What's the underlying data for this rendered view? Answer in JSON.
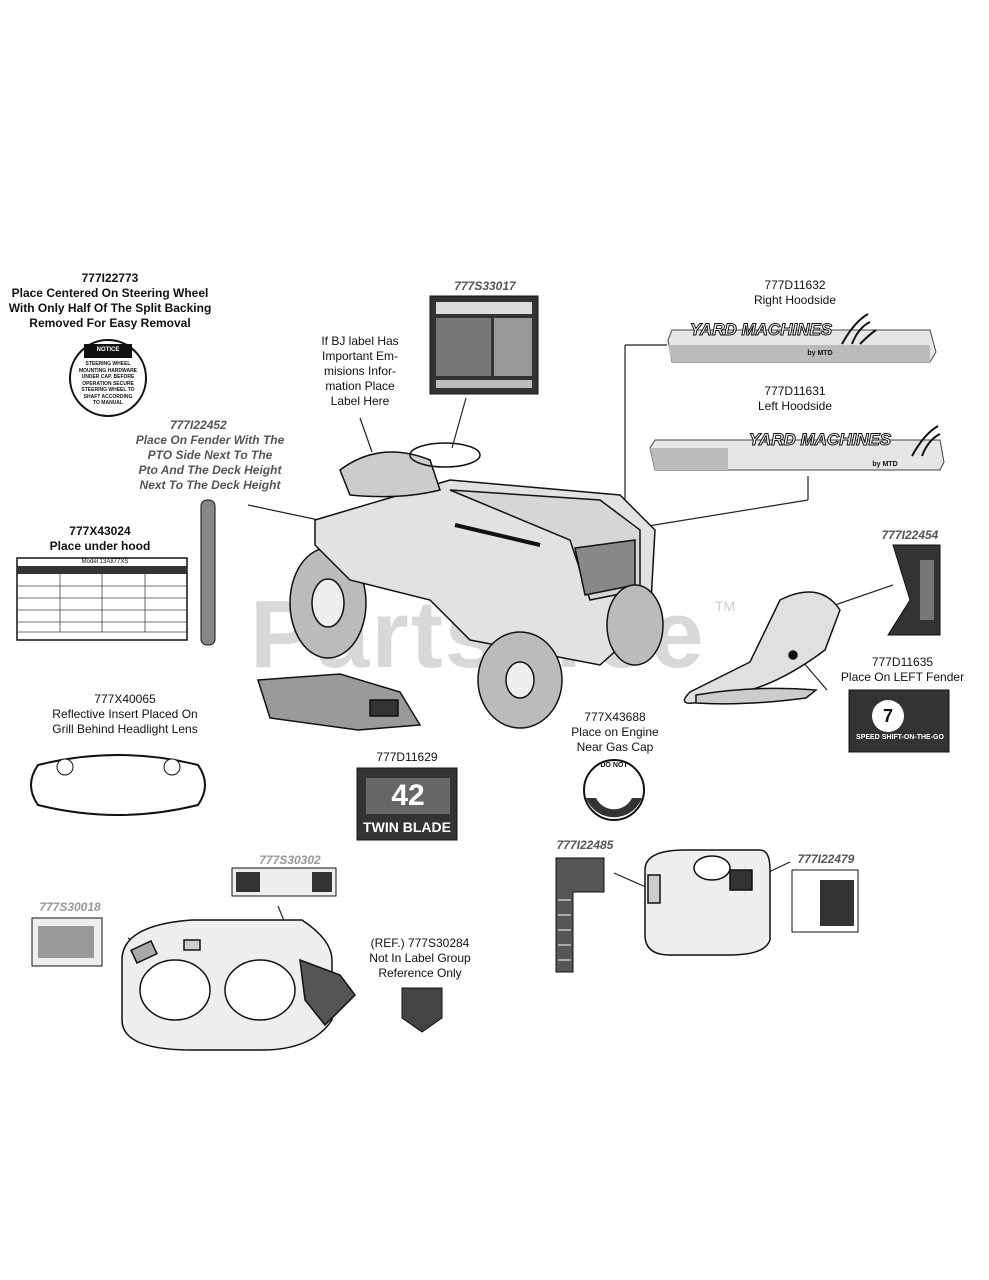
{
  "watermark": {
    "text": "PartsTree",
    "tm": "TM"
  },
  "labels": {
    "steering": {
      "part": "777I22773",
      "desc": [
        "Place Centered On Steering Wheel",
        "With Only Half Of The Split Backing",
        "Removed For Easy Removal"
      ]
    },
    "notice_sticker": {
      "title": "NOTICE",
      "lines": [
        "STEERING WHEEL",
        "MOUNTING HARDWARE",
        "UNDER CAP. BEFORE",
        "OPERATION SECURE",
        "STEERING WHEEL TO",
        "SHAFT ACCORDING",
        "TO MANUAL"
      ]
    },
    "emissions": {
      "part": "777S33017",
      "desc": [
        "If BJ label Has",
        "Important Em-",
        "misions Infor-",
        "mation Place",
        "Label Here"
      ]
    },
    "right_hood": {
      "part": "777D11632",
      "desc": [
        "Right Hoodside"
      ]
    },
    "left_hood": {
      "part": "777D11631",
      "desc": [
        "Left Hoodside"
      ]
    },
    "yard_machines": {
      "brand": "YARD MACHINES",
      "sub": "by MTD"
    },
    "fender_pto": {
      "part": "777I22452",
      "desc": [
        "Place On Fender With The",
        "PTO Side Next To The",
        "Pto And The Deck Height",
        "Next To The Deck Height"
      ]
    },
    "under_hood": {
      "part": "777X43024",
      "desc": [
        "Place under hood"
      ]
    },
    "left_fender_dec": {
      "part": "777I22454"
    },
    "left_fender": {
      "part": "777D11635",
      "desc": [
        "Place On LEFT Fender"
      ]
    },
    "speed_badge": {
      "num": "7",
      "text": "SPEED SHIFT-ON-THE-GO"
    },
    "reflective": {
      "part": "777X40065",
      "desc": [
        "Reflective Insert Placed On",
        "Grill Behind Headlight Lens"
      ]
    },
    "engine": {
      "part": "777X43688",
      "desc": [
        "Place on Engine",
        "Near Gas Cap"
      ]
    },
    "donot": {
      "text": "DO NOT"
    },
    "twin_blade": {
      "part": "777D11629",
      "number": "42",
      "text": "TWIN BLADE"
    },
    "deck_left": {
      "part": "777S30018"
    },
    "deck_top": {
      "part": "777S30302"
    },
    "ref": {
      "part": "(REF.) 777S30284",
      "desc": [
        "Not In Label Group",
        "Reference Only"
      ]
    },
    "tank_left": {
      "part": "777I22485"
    },
    "tank_right": {
      "part": "777I22479"
    }
  },
  "decal_table": {
    "title": "Model 13A877XS"
  }
}
